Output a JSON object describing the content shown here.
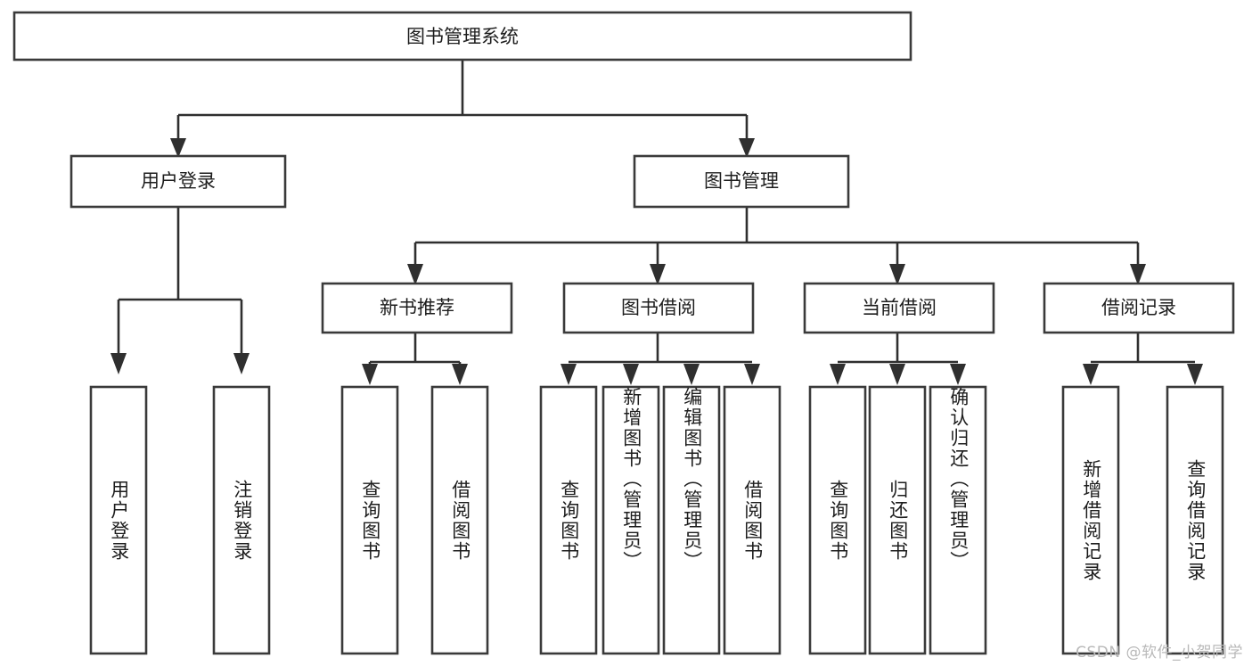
{
  "diagram": {
    "title": "图书管理系统",
    "type": "tree-hierarchy",
    "orientation": "top-down",
    "colors": {
      "box_stroke": "#3a3a3a",
      "box_fill": "#ffffff",
      "connector": "#2f2f2f",
      "text": "#1d1d1d",
      "background": "#ffffff",
      "watermark": "#b9b9b9"
    },
    "root": {
      "label": "图书管理系统"
    },
    "level1": [
      {
        "label": "用户登录"
      },
      {
        "label": "图书管理"
      }
    ],
    "level2": [
      {
        "label": "新书推荐"
      },
      {
        "label": "图书借阅"
      },
      {
        "label": "当前借阅"
      },
      {
        "label": "借阅记录"
      }
    ],
    "leaves": {
      "user_login": [
        {
          "label": "用户登录"
        },
        {
          "label": "注销登录"
        }
      ],
      "new_book_recommend": [
        {
          "label": "查询图书"
        },
        {
          "label": "借阅图书"
        }
      ],
      "book_borrow": [
        {
          "label": "查询图书"
        },
        {
          "label": "新增图书（管理员）"
        },
        {
          "label": "编辑图书（管理员）"
        },
        {
          "label": "借阅图书"
        }
      ],
      "current_borrow": [
        {
          "label": "查询图书"
        },
        {
          "label": "归还图书"
        },
        {
          "label": "确认归还（管理员）"
        }
      ],
      "borrow_record": [
        {
          "label": "新增借阅记录"
        },
        {
          "label": "查询借阅记录"
        }
      ]
    }
  },
  "watermark": {
    "text": "CSDN @软件_小贺同学"
  }
}
